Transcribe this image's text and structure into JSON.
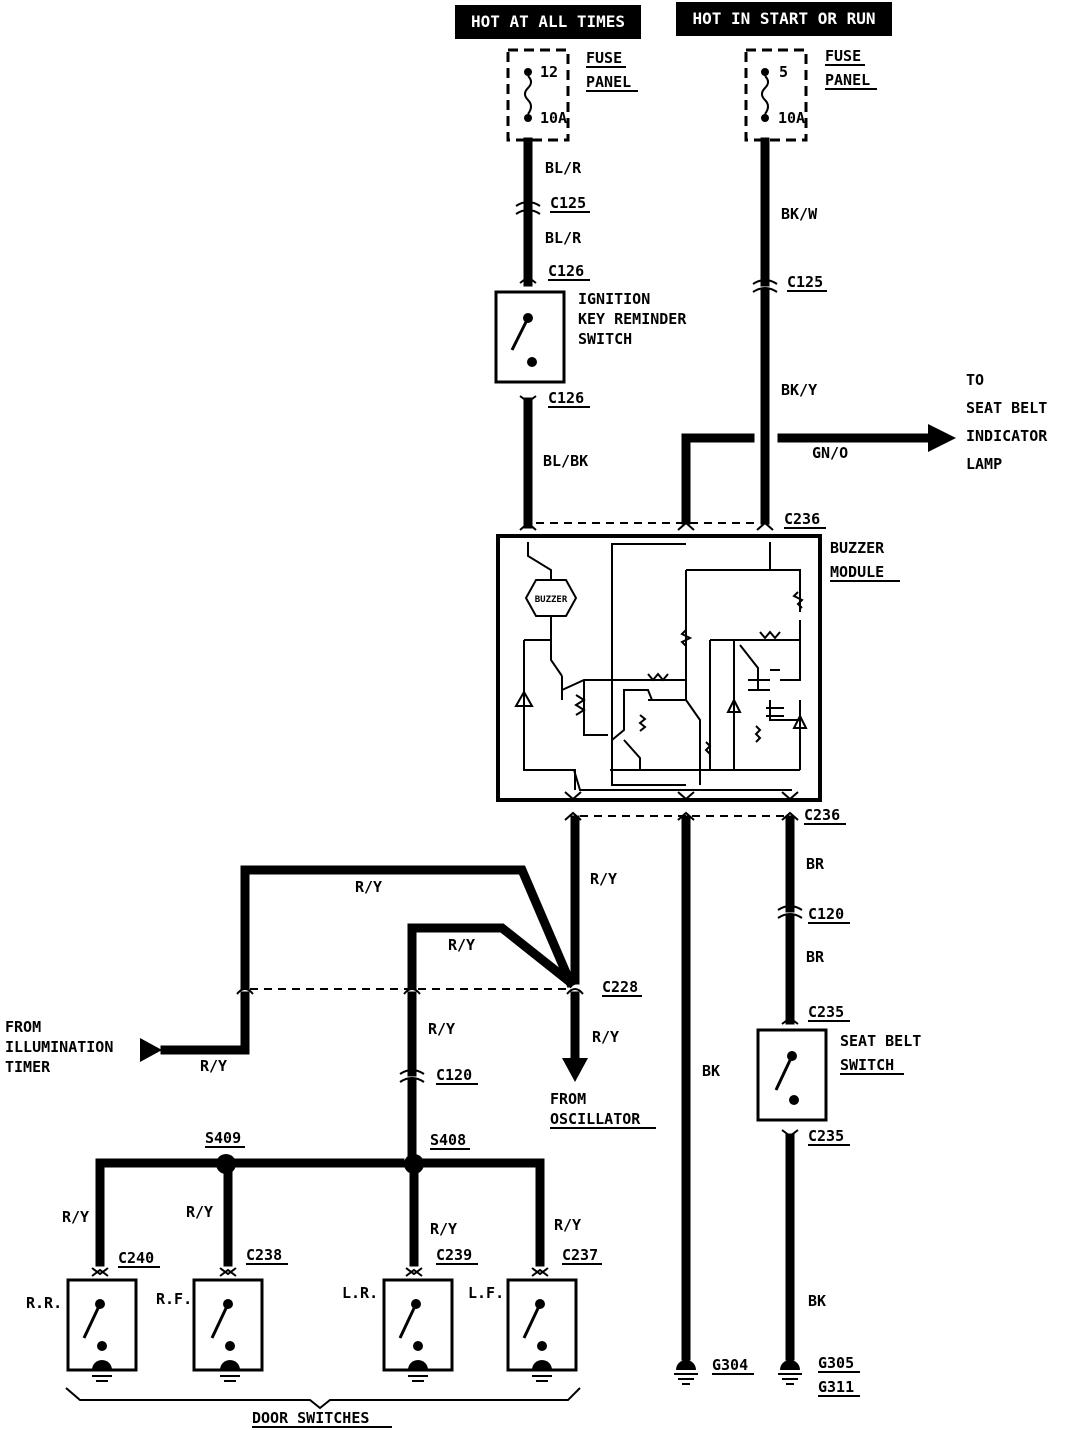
{
  "headers": {
    "hot_all_times": "HOT AT ALL TIMES",
    "hot_start_run": "HOT IN START OR RUN"
  },
  "fuses": {
    "left": {
      "number": "12",
      "rating": "10A",
      "label1": "FUSE",
      "label2": "PANEL"
    },
    "right": {
      "number": "5",
      "rating": "10A",
      "label1": "FUSE",
      "label2": "PANEL"
    }
  },
  "wires": {
    "bl_r_1": "BL/R",
    "bl_r_2": "BL/R",
    "bl_bk": "BL/BK",
    "bk_w": "BK/W",
    "bk_y": "BK/Y",
    "gn_o": "GN/O",
    "r_y_main": "R/Y",
    "r_y_top": "R/Y",
    "r_y_mid": "R/Y",
    "r_y_down": "R/Y",
    "r_y_illum": "R/Y",
    "r_y_osc": "R/Y",
    "r_y_rr": "R/Y",
    "r_y_rf": "R/Y",
    "r_y_lr": "R/Y",
    "r_y_lf": "R/Y",
    "br_1": "BR",
    "br_2": "BR",
    "bk_mid": "BK",
    "bk_right": "BK"
  },
  "connectors": {
    "c125_left": "C125",
    "c126_top": "C126",
    "c126_bottom": "C126",
    "c125_right": "C125",
    "c236_top": "C236",
    "c236_bottom": "C236",
    "c120_right": "C120",
    "c235_top": "C235",
    "c235_bottom": "C235",
    "c228": "C228",
    "c120_left": "C120",
    "c240": "C240",
    "c238": "C238",
    "c239": "C239",
    "c237": "C237",
    "s409": "S409",
    "s408": "S408",
    "g304": "G304",
    "g305": "G305",
    "g311": "G311"
  },
  "components": {
    "ignition_l1": "IGNITION",
    "ignition_l2": "KEY REMINDER",
    "ignition_l3": "SWITCH",
    "buzzer_l1": "BUZZER",
    "buzzer_l2": "MODULE",
    "buzzer_inner": "BUZZER",
    "seatbelt_sw_l1": "SEAT BELT",
    "seatbelt_sw_l2": "SWITCH",
    "to_l1": "TO",
    "to_l2": "SEAT BELT",
    "to_l3": "INDICATOR",
    "to_l4": "LAMP",
    "from_illum_l1": "FROM",
    "from_illum_l2": "ILLUMINATION",
    "from_illum_l3": "TIMER",
    "from_osc_l1": "FROM",
    "from_osc_l2": "OSCILLATOR",
    "rr": "R.R.",
    "rf": "R.F.",
    "lr": "L.R.",
    "lf": "L.F.",
    "door_switches": "DOOR SWITCHES"
  }
}
